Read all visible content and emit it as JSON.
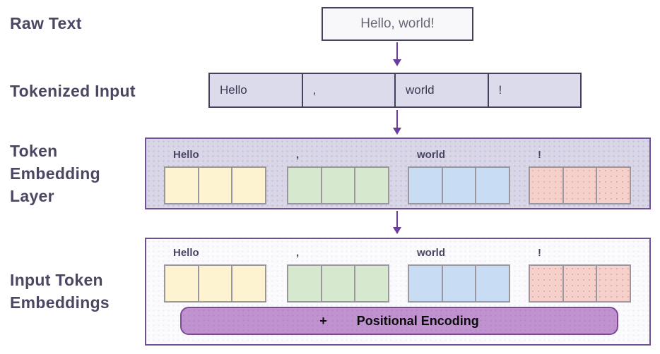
{
  "labels": {
    "raw_text": "Raw Text",
    "tokenized_input": "Tokenized Input",
    "token_embedding_layer": "Token Embedding Layer",
    "input_token_embeddings": "Input Token Embeddings"
  },
  "raw_box": {
    "value": "Hello, world!"
  },
  "tokens": [
    "Hello",
    ",",
    "world",
    "!"
  ],
  "embedding_layer": {
    "groups": [
      {
        "token": "Hello",
        "color": "#fdf3d0"
      },
      {
        "token": ",",
        "color": "#d6e9ce"
      },
      {
        "token": "world",
        "color": "#c8dcf4"
      },
      {
        "token": "!",
        "color": "#f6d0cb"
      }
    ]
  },
  "input_embeddings": {
    "groups": [
      {
        "token": "Hello",
        "color": "#fdf3d0"
      },
      {
        "token": ",",
        "color": "#d6e9ce"
      },
      {
        "token": "world",
        "color": "#c8dcf4"
      },
      {
        "token": "!",
        "color": "#f6d0cb"
      }
    ],
    "positional_encoding": {
      "plus": "+",
      "label": "Positional Encoding",
      "color": "#c093d0"
    }
  },
  "colors": {
    "stage_label_text": "#4d4663",
    "arrow": "#6b3d9e",
    "dark_box_border": "#46405f",
    "purple_box_border": "#6e4f9a",
    "tokenized_row_bg": "#dcdbeb",
    "embedding_layer_bg": "#d9d6e7",
    "input_embeddings_bg": "#fbfafd",
    "cell_border": "#9b97a0"
  }
}
